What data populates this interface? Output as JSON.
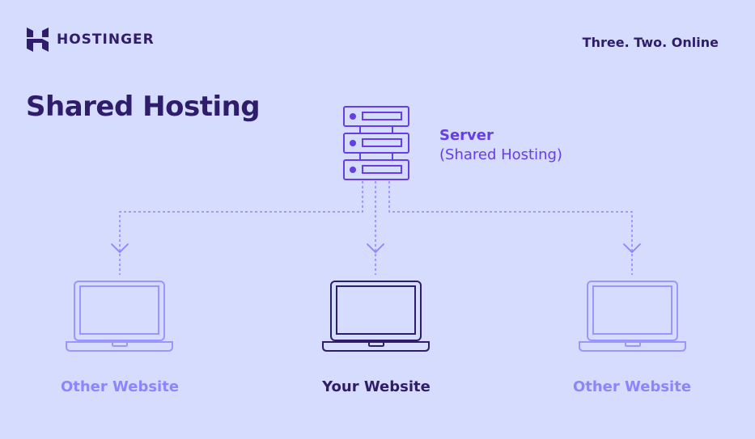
{
  "brand": {
    "name": "HOSTINGER",
    "tagline": "Three. Two. Online"
  },
  "title": "Shared Hosting",
  "server": {
    "title": "Server",
    "subtitle": "(Shared Hosting)"
  },
  "websites": [
    {
      "label": "Other Website",
      "highlight": false
    },
    {
      "label": "Your Website",
      "highlight": true
    },
    {
      "label": "Other Website",
      "highlight": false
    }
  ],
  "colors": {
    "background": "#d5dcfd",
    "dark": "#2f1c6a",
    "accent": "#673de6",
    "muted": "#8c85ff"
  }
}
